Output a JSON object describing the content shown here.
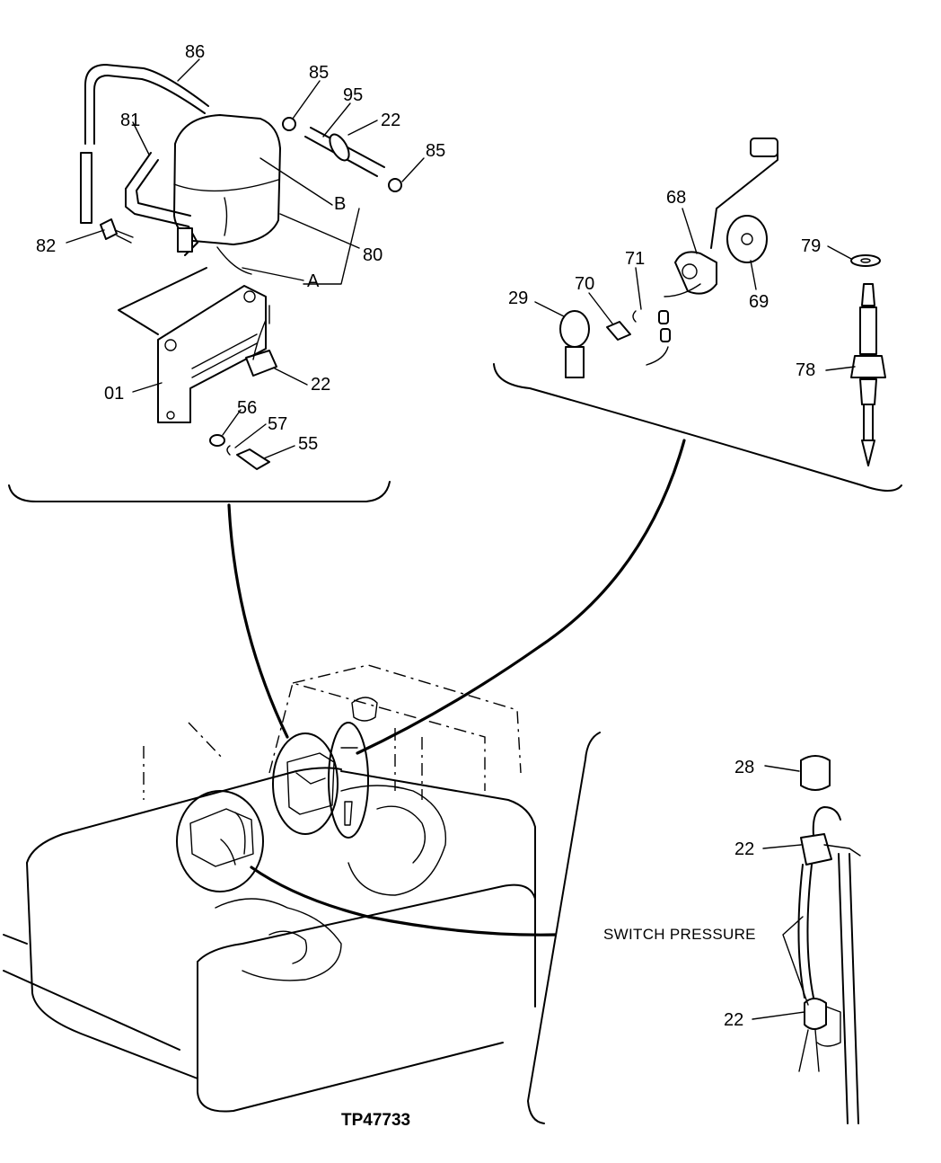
{
  "diagram": {
    "figure_id": "TP47733",
    "caption_switch_pressure": "SWITCH PRESSURE",
    "callouts": {
      "c86": "86",
      "c85a": "85",
      "c95": "95",
      "c22a": "22",
      "c85b": "85",
      "c81": "81",
      "c82": "82",
      "cB": "B",
      "c80": "80",
      "cA": "A",
      "c01": "01",
      "c22b": "22",
      "c56": "56",
      "c57": "57",
      "c55": "55",
      "c68": "68",
      "c71": "71",
      "c70": "70",
      "c29": "29",
      "c69": "69",
      "c79": "79",
      "c78": "78",
      "c28": "28",
      "c22c": "22",
      "c22d": "22"
    }
  }
}
